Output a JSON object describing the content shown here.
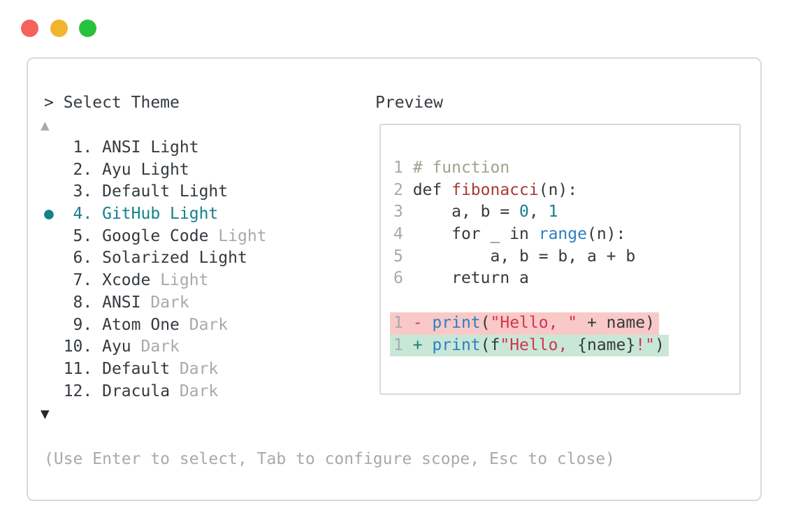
{
  "window": {
    "controls": [
      {
        "name": "close",
        "color_key": "dot_red"
      },
      {
        "name": "minimize",
        "color_key": "dot_yellow"
      },
      {
        "name": "zoom",
        "color_key": "dot_green"
      }
    ]
  },
  "theme_picker": {
    "prompt": "> Select Theme",
    "scroll_up_indicator": "▲",
    "scroll_down_indicator": "▼",
    "selected_marker": "●",
    "items": [
      {
        "number": "1",
        "label": "ANSI Light",
        "muted_suffix": "",
        "selected": false
      },
      {
        "number": "2",
        "label": "Ayu Light",
        "muted_suffix": "",
        "selected": false
      },
      {
        "number": "3",
        "label": "Default Light",
        "muted_suffix": "",
        "selected": false
      },
      {
        "number": "4",
        "label": "GitHub Light",
        "muted_suffix": "",
        "selected": true
      },
      {
        "number": "5",
        "label": "Google Code",
        "muted_suffix": " Light",
        "selected": false
      },
      {
        "number": "6",
        "label": "Solarized Light",
        "muted_suffix": "",
        "selected": false
      },
      {
        "number": "7",
        "label": "Xcode",
        "muted_suffix": " Light",
        "selected": false
      },
      {
        "number": "8",
        "label": "ANSI",
        "muted_suffix": " Dark",
        "selected": false
      },
      {
        "number": "9",
        "label": "Atom One",
        "muted_suffix": " Dark",
        "selected": false
      },
      {
        "number": "10",
        "label": "Ayu",
        "muted_suffix": " Dark",
        "selected": false
      },
      {
        "number": "11",
        "label": "Default",
        "muted_suffix": " Dark",
        "selected": false
      },
      {
        "number": "12",
        "label": "Dracula",
        "muted_suffix": " Dark",
        "selected": false
      }
    ],
    "help_text": "(Use Enter to select, Tab to configure scope, Esc to close)"
  },
  "preview": {
    "title": "Preview",
    "lines": [
      {
        "num": "1",
        "segs": [
          [
            "# function",
            "comment"
          ]
        ]
      },
      {
        "num": "2",
        "segs": [
          [
            "def ",
            "plain"
          ],
          [
            "fibonacci",
            "func"
          ],
          [
            "(n):",
            "plain"
          ]
        ]
      },
      {
        "num": "3",
        "segs": [
          [
            "    a, b = ",
            "plain"
          ],
          [
            "0",
            "num"
          ],
          [
            ", ",
            "plain"
          ],
          [
            "1",
            "num"
          ]
        ]
      },
      {
        "num": "4",
        "segs": [
          [
            "    for _ in ",
            "plain"
          ],
          [
            "range",
            "builtin"
          ],
          [
            "(n):",
            "plain"
          ]
        ]
      },
      {
        "num": "5",
        "segs": [
          [
            "        a, b = b, a + b",
            "plain"
          ]
        ]
      },
      {
        "num": "6",
        "segs": [
          [
            "    return a",
            "plain"
          ]
        ]
      },
      {
        "blank": true
      },
      {
        "num": "1",
        "diff": "removed",
        "segs": [
          [
            "- ",
            "minus"
          ],
          [
            "print",
            "builtin"
          ],
          [
            "(",
            "plain"
          ],
          [
            "\"Hello, \"",
            "string"
          ],
          [
            " + name)",
            "plain"
          ]
        ]
      },
      {
        "num": "1",
        "diff": "added",
        "segs": [
          [
            "+ ",
            "plus"
          ],
          [
            "print",
            "builtin"
          ],
          [
            "(f",
            "plain"
          ],
          [
            "\"Hello, ",
            "string"
          ],
          [
            "{name}",
            "plain"
          ],
          [
            "!\"",
            "string"
          ],
          [
            ")",
            "plain"
          ]
        ]
      }
    ]
  },
  "colors": {
    "text_dark": "#343a40",
    "text_muted": "#a5aaae",
    "accent_teal": "#14808a",
    "comment_green": "#9ba58f",
    "function_red": "#a93a38",
    "number_teal": "#14808a",
    "builtin_blue": "#2d7fc3",
    "string_red": "#d23553",
    "diff_minus_red": "#d23c52",
    "diff_plus_teal": "#18806e",
    "removed_line_bg": "#f9c9c7",
    "added_line_bg": "#c9e7d6",
    "panel_border": "#d9d9d9",
    "dot_red": "#f4625c",
    "dot_yellow": "#f0b42f",
    "dot_green": "#27c23c"
  }
}
